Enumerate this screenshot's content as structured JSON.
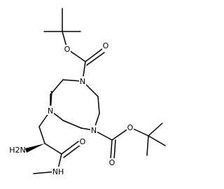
{
  "molecule": {
    "atom_labels": {
      "o_carbonyl_top": "O",
      "o_ester_top": "O",
      "n_ring_top": "N",
      "n_ring_left": "N",
      "n_ring_bottom": "N",
      "o_ester_bottom": "O",
      "o_carbonyl_bottom": "O",
      "amine": "H2N",
      "o_amide": "O",
      "n_amide": "NH"
    },
    "colors": {
      "bond": "#000000",
      "text": "#000000",
      "background": "#ffffff"
    }
  }
}
